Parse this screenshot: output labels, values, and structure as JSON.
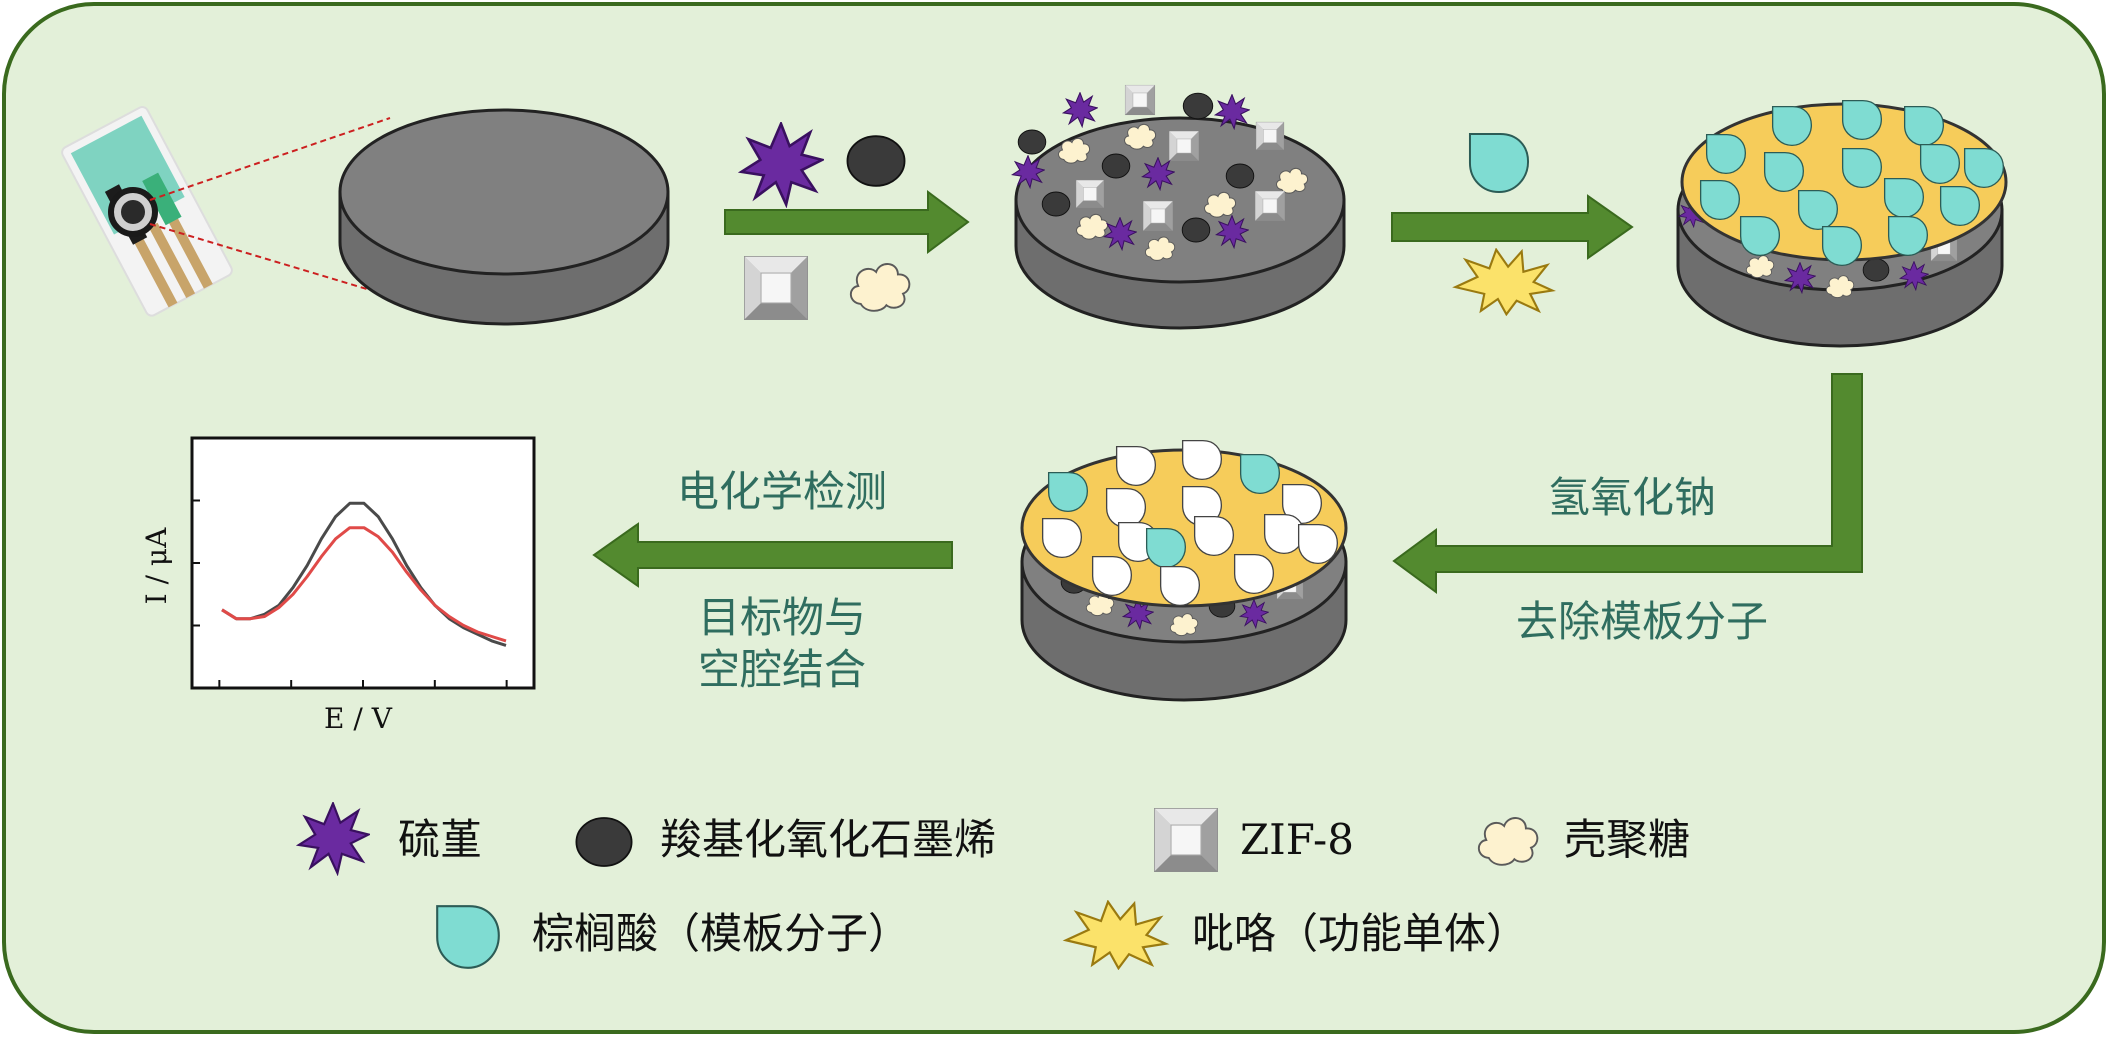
{
  "colors": {
    "panel_bg": "#e3f0d9",
    "panel_border": "#3a6a1e",
    "arrow": "#538a2f",
    "disc_top": "#808080",
    "disc_side": "#6e6e6e",
    "film": "#f6cc5a",
    "droplet": "#7fdcd2",
    "thiosulfate_star": "#6a2aa0",
    "go_dot": "#3a3a3a",
    "pyrrole_star": "#fbe26a",
    "chitosan": "#fdf2cf",
    "label_teal": "#2f6d5f",
    "curve_black": "#4a4a4a",
    "curve_red": "#e04a48"
  },
  "icons": {
    "electrode": "electrode-strip-icon",
    "thiosulfate": "purple-star-icon",
    "go": "dark-ellipse-icon",
    "zif8": "square-crystal-icon",
    "chitosan": "cloud-icon",
    "template": "droplet-icon",
    "pyrrole": "yellow-star-icon"
  },
  "steps": {
    "removal_top": "氢氧化钠",
    "removal_bottom": "去除模板分子",
    "detect_label": "电化学检测",
    "bind_line1": "目标物与",
    "bind_line2": "空腔结合"
  },
  "chart_data": {
    "type": "line",
    "xlabel": "E / V",
    "ylabel": "I / μA",
    "x": [
      0,
      0.05,
      0.1,
      0.15,
      0.2,
      0.25,
      0.3,
      0.35,
      0.4,
      0.45,
      0.5,
      0.55,
      0.6,
      0.65,
      0.7,
      0.75,
      0.8,
      0.85,
      0.9,
      0.95,
      1.0
    ],
    "series": [
      {
        "values": [
          0.28,
          0.24,
          0.24,
          0.26,
          0.3,
          0.38,
          0.48,
          0.6,
          0.7,
          0.76,
          0.76,
          0.7,
          0.6,
          0.48,
          0.38,
          0.3,
          0.24,
          0.2,
          0.17,
          0.14,
          0.12
        ],
        "color": "#4a4a4a"
      },
      {
        "values": [
          0.28,
          0.24,
          0.24,
          0.25,
          0.29,
          0.35,
          0.43,
          0.52,
          0.6,
          0.65,
          0.65,
          0.61,
          0.54,
          0.45,
          0.37,
          0.3,
          0.25,
          0.21,
          0.18,
          0.16,
          0.14
        ],
        "color": "#e04a48"
      }
    ]
  },
  "legend": [
    {
      "icon": "purple-star-icon",
      "label": "硫堇"
    },
    {
      "icon": "dark-ellipse-icon",
      "label": "羧基化氧化石墨烯"
    },
    {
      "icon": "square-crystal-icon",
      "label": "ZIF-8"
    },
    {
      "icon": "cloud-icon",
      "label": "壳聚糖"
    },
    {
      "icon": "droplet-icon",
      "label": "棕榈酸（模板分子）"
    },
    {
      "icon": "yellow-star-icon",
      "label": "吡咯（功能单体）"
    }
  ]
}
